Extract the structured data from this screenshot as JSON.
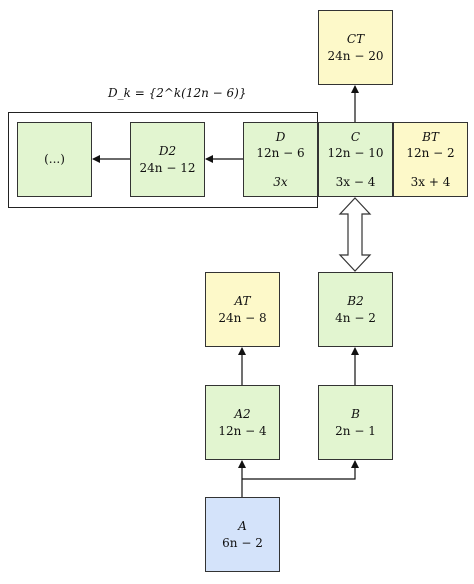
{
  "group_label": "D_k = {2^k(12n − 6)}",
  "nodes": {
    "ct": {
      "name": "CT",
      "value": "24n − 20"
    },
    "ellipsis": {
      "name": "(...)"
    },
    "d2": {
      "name": "D2",
      "value": "24n − 12"
    },
    "d": {
      "name": "D",
      "value": "12n − 6",
      "extra": "3x"
    },
    "c": {
      "name": "C",
      "value": "12n − 10",
      "extra": "3x − 4"
    },
    "bt": {
      "name": "BT",
      "value": "12n − 2",
      "extra": "3x + 4"
    },
    "at": {
      "name": "AT",
      "value": "24n − 8"
    },
    "b2": {
      "name": "B2",
      "value": "4n − 2"
    },
    "a2": {
      "name": "A2",
      "value": "12n − 4"
    },
    "b": {
      "name": "B",
      "value": "2n − 1"
    },
    "a": {
      "name": "A",
      "value": "6n − 2"
    }
  },
  "colors": {
    "green": "#e2f5d0",
    "yellow": "#fdf9c9",
    "blue": "#d4e3fa",
    "stroke": "#333333"
  }
}
